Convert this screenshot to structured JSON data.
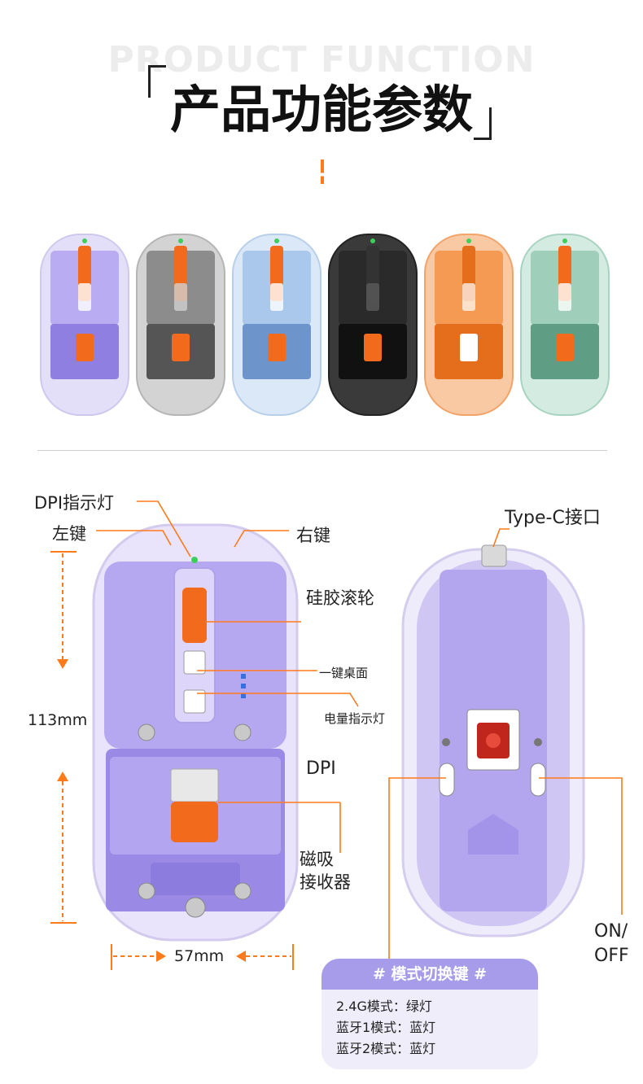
{
  "header": {
    "bg_text": "PRODUCT FUNCTION",
    "title": "产品功能参数"
  },
  "variants": [
    {
      "body": "#b9acf2",
      "dark": "#8f7fe0",
      "accent": "#f26a1b"
    },
    {
      "body": "#8c8c8c",
      "dark": "#555555",
      "accent": "#f26a1b"
    },
    {
      "body": "#a9c8ec",
      "dark": "#6d95cc",
      "accent": "#f26a1b"
    },
    {
      "body": "#2a2a2a",
      "dark": "#111111",
      "accent": "#f26a1b"
    },
    {
      "body": "#f59a52",
      "dark": "#e56e1c",
      "accent": "#ffffff"
    },
    {
      "body": "#9fcfbb",
      "dark": "#5f9e85",
      "accent": "#f26a1b"
    }
  ],
  "labels": {
    "dpi_indicator": "DPI指示灯",
    "left_key": "左键",
    "right_key": "右键",
    "scroll_wheel": "硅胶滚轮",
    "desktop_key": "一键桌面",
    "battery_indicator": "电量指示灯",
    "dpi": "DPI",
    "magnetic_receiver_1": "磁吸",
    "magnetic_receiver_2": "接收器",
    "length": "113mm",
    "width": "57mm",
    "type_c": "Type-C接口",
    "on_off_1": "ON/",
    "on_off_2": "OFF"
  },
  "mode_panel": {
    "title": "# 模式切换键 #",
    "rows": [
      "2.4G模式：绿灯",
      "蓝牙1模式：蓝灯",
      "蓝牙2模式：蓝灯"
    ]
  },
  "colors": {
    "accent": "#ff7a1a",
    "mouse_purple": "#b6a8f0",
    "panel_head": "#a69cea"
  }
}
